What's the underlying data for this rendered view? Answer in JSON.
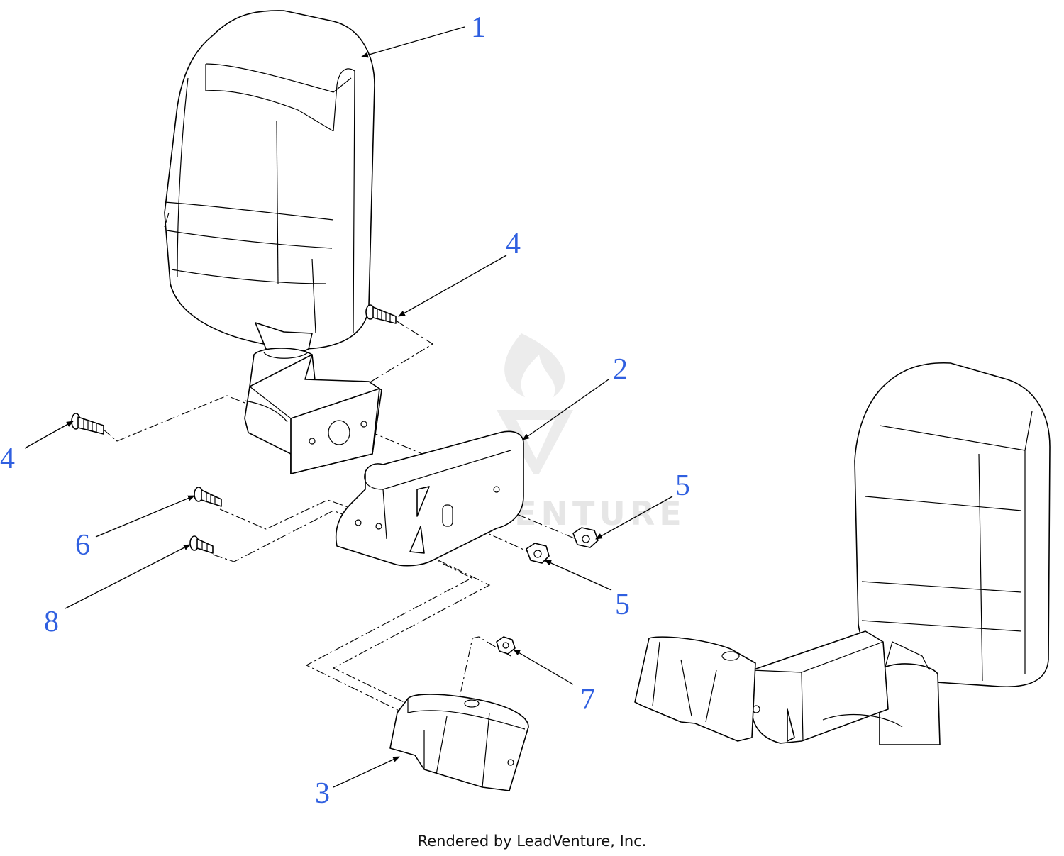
{
  "callouts": [
    {
      "id": "mirror-head",
      "label": "1"
    },
    {
      "id": "mounting-bracket",
      "label": "2"
    },
    {
      "id": "tube-clamp",
      "label": "3"
    },
    {
      "id": "upper-screw",
      "label": "4"
    },
    {
      "id": "left-screw",
      "label": "4"
    },
    {
      "id": "upper-flange-nut",
      "label": "5"
    },
    {
      "id": "lower-flange-nut",
      "label": "5"
    },
    {
      "id": "upper-left-screw",
      "label": "6"
    },
    {
      "id": "clamp-nut",
      "label": "7"
    },
    {
      "id": "lower-left-screw",
      "label": "8"
    }
  ],
  "watermark": "LEADVENTURE",
  "footer": "Rendered by LeadVenture, Inc.",
  "colors": {
    "callout": "#2f5fe0",
    "line": "#000000",
    "watermark": "#e6e6e6"
  }
}
